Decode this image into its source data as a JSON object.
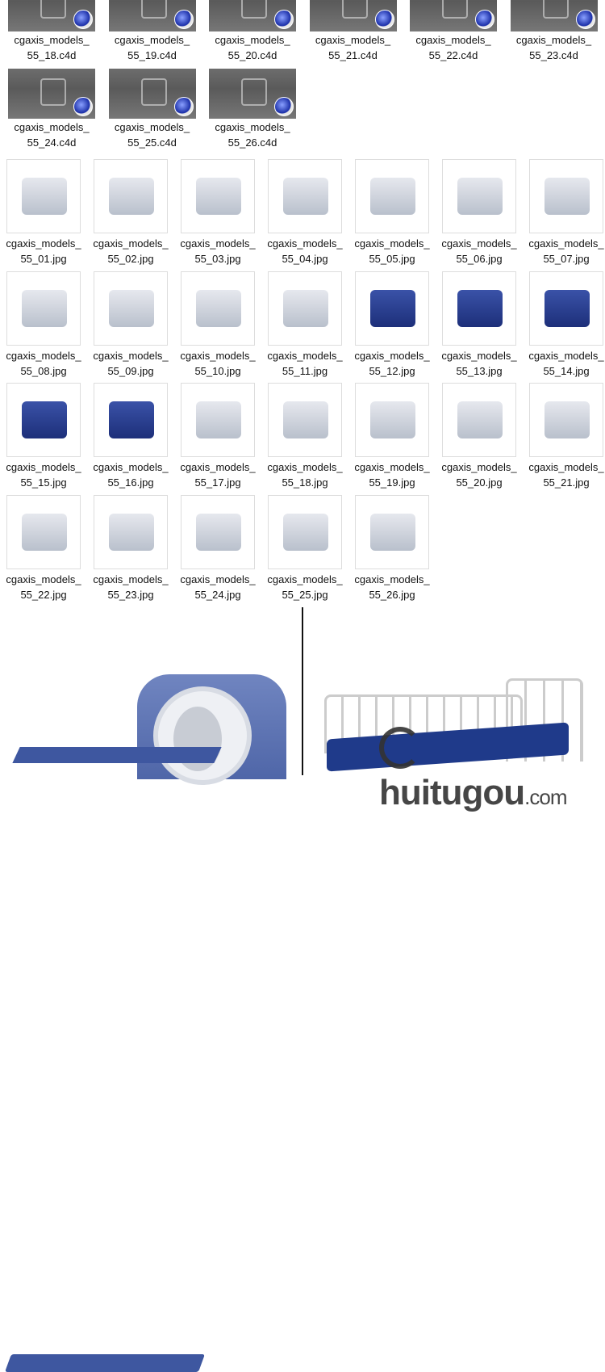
{
  "c4d_files": [
    {
      "line1": "cgaxis_models_",
      "line2": "55_18.c4d"
    },
    {
      "line1": "cgaxis_models_",
      "line2": "55_19.c4d"
    },
    {
      "line1": "cgaxis_models_",
      "line2": "55_20.c4d"
    },
    {
      "line1": "cgaxis_models_",
      "line2": "55_21.c4d"
    },
    {
      "line1": "cgaxis_models_",
      "line2": "55_22.c4d"
    },
    {
      "line1": "cgaxis_models_",
      "line2": "55_23.c4d"
    },
    {
      "line1": "cgaxis_models_",
      "line2": "55_24.c4d"
    },
    {
      "line1": "cgaxis_models_",
      "line2": "55_25.c4d"
    },
    {
      "line1": "cgaxis_models_",
      "line2": "55_26.c4d"
    }
  ],
  "jpg_files": [
    {
      "line1": "cgaxis_models_",
      "line2": "55_01.jpg"
    },
    {
      "line1": "cgaxis_models_",
      "line2": "55_02.jpg"
    },
    {
      "line1": "cgaxis_models_",
      "line2": "55_03.jpg"
    },
    {
      "line1": "cgaxis_models_",
      "line2": "55_04.jpg"
    },
    {
      "line1": "cgaxis_models_",
      "line2": "55_05.jpg"
    },
    {
      "line1": "cgaxis_models_",
      "line2": "55_06.jpg"
    },
    {
      "line1": "cgaxis_models_",
      "line2": "55_07.jpg"
    },
    {
      "line1": "cgaxis_models_",
      "line2": "55_08.jpg"
    },
    {
      "line1": "cgaxis_models_",
      "line2": "55_09.jpg"
    },
    {
      "line1": "cgaxis_models_",
      "line2": "55_10.jpg"
    },
    {
      "line1": "cgaxis_models_",
      "line2": "55_11.jpg"
    },
    {
      "line1": "cgaxis_models_",
      "line2": "55_12.jpg"
    },
    {
      "line1": "cgaxis_models_",
      "line2": "55_13.jpg"
    },
    {
      "line1": "cgaxis_models_",
      "line2": "55_14.jpg"
    },
    {
      "line1": "cgaxis_models_",
      "line2": "55_15.jpg"
    },
    {
      "line1": "cgaxis_models_",
      "line2": "55_16.jpg"
    },
    {
      "line1": "cgaxis_models_",
      "line2": "55_17.jpg"
    },
    {
      "line1": "cgaxis_models_",
      "line2": "55_18.jpg"
    },
    {
      "line1": "cgaxis_models_",
      "line2": "55_19.jpg"
    },
    {
      "line1": "cgaxis_models_",
      "line2": "55_20.jpg"
    },
    {
      "line1": "cgaxis_models_",
      "line2": "55_21.jpg"
    },
    {
      "line1": "cgaxis_models_",
      "line2": "55_22.jpg"
    },
    {
      "line1": "cgaxis_models_",
      "line2": "55_23.jpg"
    },
    {
      "line1": "cgaxis_models_",
      "line2": "55_24.jpg"
    },
    {
      "line1": "cgaxis_models_",
      "line2": "55_25.jpg"
    },
    {
      "line1": "cgaxis_models_",
      "line2": "55_26.jpg"
    }
  ],
  "watermark": {
    "brand": "huitugou",
    "suffix": ".com"
  }
}
